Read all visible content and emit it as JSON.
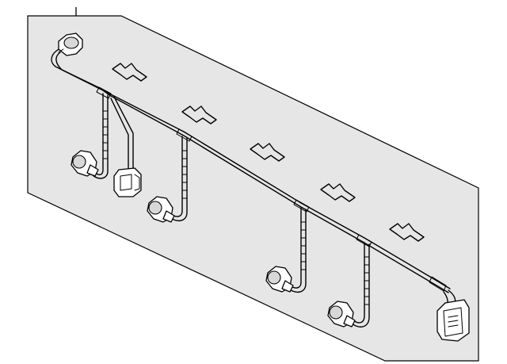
{
  "diagram": {
    "panel_fill": "#e6e6e6",
    "outline_color": "#000000",
    "parts": [
      "main-trunk-harness",
      "pdc-sensor-connectors",
      "branch-connector",
      "main-connector-plug",
      "mounting-clips"
    ]
  }
}
